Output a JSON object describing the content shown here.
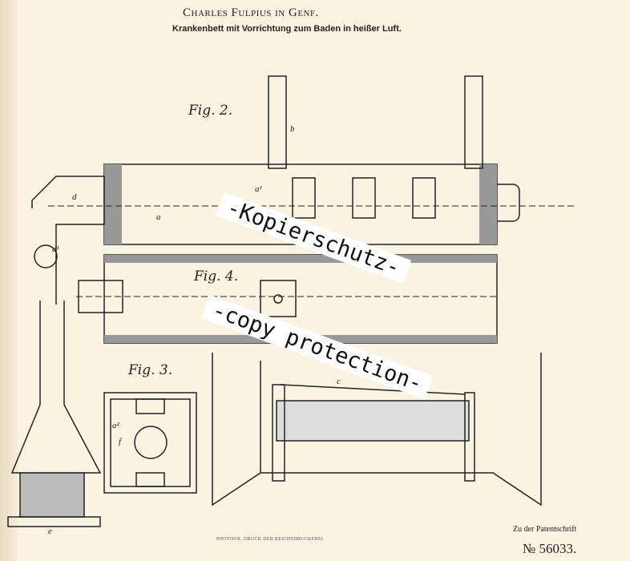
{
  "header": {
    "author": "Charles Fulpius in Genf.",
    "subtitle": "Krankenbett mit Vorrichtung zum Baden in heißer Luft."
  },
  "figures": {
    "fig2": "Fig. 2.",
    "fig3": "Fig. 3.",
    "fig4": "Fig. 4."
  },
  "labels": {
    "a": "a",
    "a1": "a¹",
    "a2": "a²",
    "b": "b",
    "d": "d",
    "d1": "d¹",
    "c": "c",
    "f": "f",
    "e": "e"
  },
  "footer": {
    "reference": "Zu der Patentschrift",
    "patent_number": "№ 56033.",
    "printer": "PHOTOGR. DRUCK DER REICHSDRUCKEREI."
  },
  "watermark": {
    "line1": "-Kopierschutz-",
    "line2": "-copy protection-"
  }
}
